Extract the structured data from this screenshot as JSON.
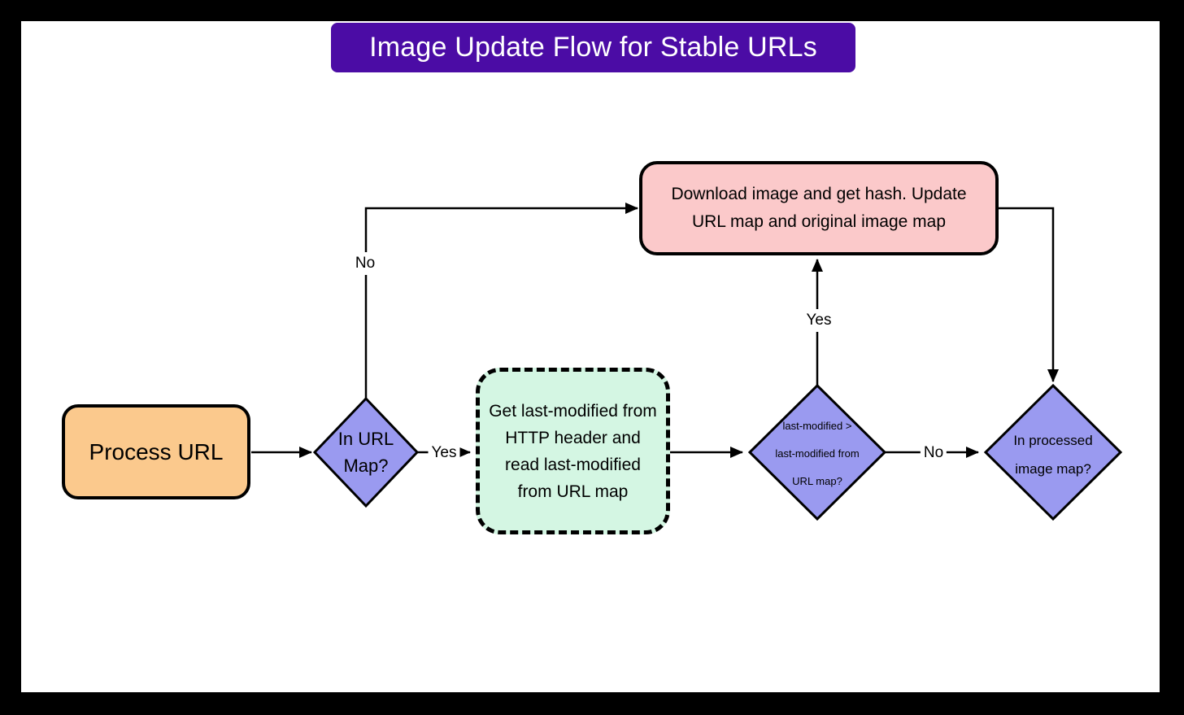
{
  "title": "Image Update Flow for Stable URLs",
  "colors": {
    "frame": "#000000",
    "canvas": "#ffffff",
    "title_bg": "#4b0ca5",
    "title_text": "#ffffff",
    "start_fill": "#fbc98d",
    "decision_fill": "#9a9af0",
    "process_fill": "#d4f6e3",
    "action_fill": "#fbc9ca",
    "stroke": "#000000"
  },
  "nodes": {
    "process_url": {
      "label": "Process URL"
    },
    "in_url_map": {
      "label": "In URL Map?"
    },
    "get_last_modified": {
      "label": "Get last-modified from HTTP header and read last-modified from URL map"
    },
    "compare_last_modified": {
      "lines": [
        "last-modified >",
        "last-modified from",
        "URL map?"
      ]
    },
    "in_processed_map": {
      "label": "In processed image map?"
    },
    "download_update": {
      "label": "Download image and get hash. Update URL map and original image map"
    }
  },
  "edge_labels": {
    "in_url_map_no": "No",
    "in_url_map_yes": "Yes",
    "compare_yes": "Yes",
    "compare_no": "No"
  }
}
